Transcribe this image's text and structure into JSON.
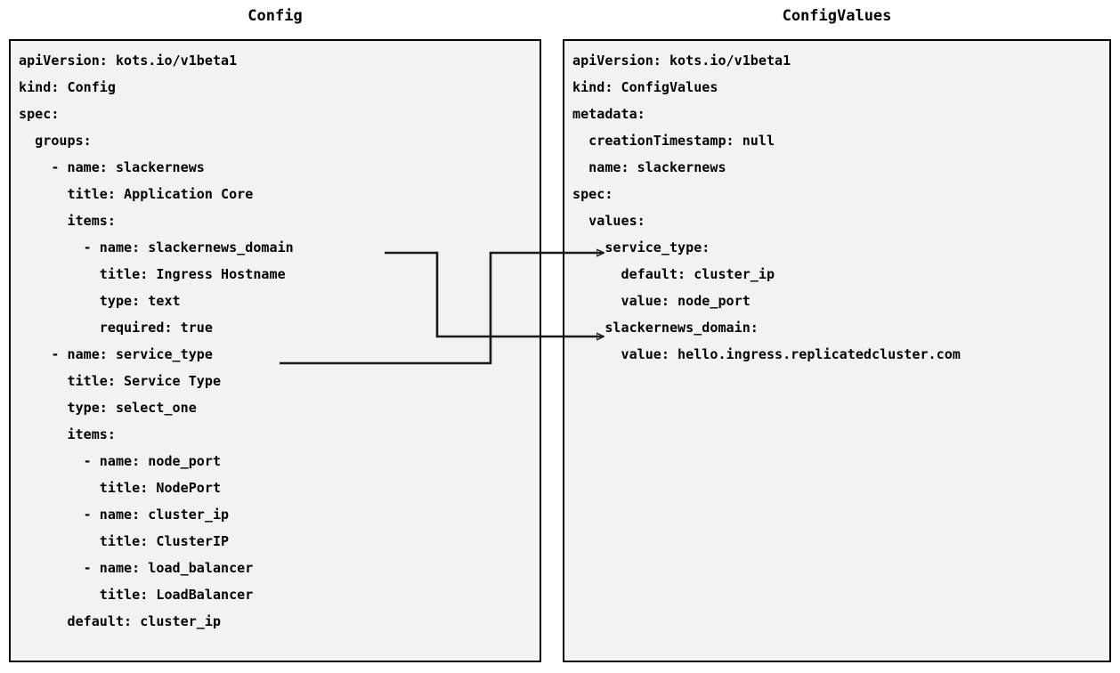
{
  "diagram": {
    "title_left": "Config",
    "title_right": "ConfigValues",
    "background": "#ffffff",
    "panel_background": "#f2f2f2",
    "panel_border_color": "#000000",
    "connector_color": "#1a1a1a"
  },
  "config_panel": {
    "label": "Config",
    "yaml": "apiVersion: kots.io/v1beta1\nkind: Config\nspec:\n  groups:\n    - name: slackernews\n      title: Application Core\n      items:\n        - name: slackernews_domain\n          title: Ingress Hostname\n          type: text\n          required: true\n    - name: service_type\n      title: Service Type\n      type: select_one\n      items:\n        - name: node_port\n          title: NodePort\n        - name: cluster_ip\n          title: ClusterIP\n        - name: load_balancer\n          title: LoadBalancer\n      default: cluster_ip",
    "lines": [
      "apiVersion: kots.io/v1beta1",
      "kind: Config",
      "spec:",
      "  groups:",
      "    - name: slackernews",
      "      title: Application Core",
      "      items:",
      "        - name: slackernews_domain",
      "          title: Ingress Hostname",
      "          type: text",
      "          required: true",
      "    - name: service_type",
      "      title: Service Type",
      "      type: select_one",
      "      items:",
      "        - name: node_port",
      "          title: NodePort",
      "        - name: cluster_ip",
      "          title: ClusterIP",
      "        - name: load_balancer",
      "          title: LoadBalancer",
      "      default: cluster_ip"
    ]
  },
  "configvalues_panel": {
    "label": "ConfigValues",
    "yaml": "apiVersion: kots.io/v1beta1\nkind: ConfigValues\nmetadata:\n  creationTimestamp: null\n  name: slackernews\nspec:\n  values:\n    service_type:\n      default: cluster_ip\n      value: node_port\n    slackernews_domain:\n      value: hello.ingress.replicatedcluster.com",
    "lines": [
      "apiVersion: kots.io/v1beta1",
      "kind: ConfigValues",
      "metadata:",
      "  creationTimestamp: null",
      "  name: slackernews",
      "spec:",
      "  values:",
      "    service_type:",
      "      default: cluster_ip",
      "      value: node_port",
      "    slackernews_domain:",
      "      value: hello.ingress.replicatedcluster.com"
    ]
  },
  "connectors": [
    {
      "name": "slackernews-domain-mapping",
      "from": "slackernews_domain",
      "to": "slackernews_domain:"
    },
    {
      "name": "service-type-mapping",
      "from": "service_type",
      "to": "service_type:"
    }
  ]
}
